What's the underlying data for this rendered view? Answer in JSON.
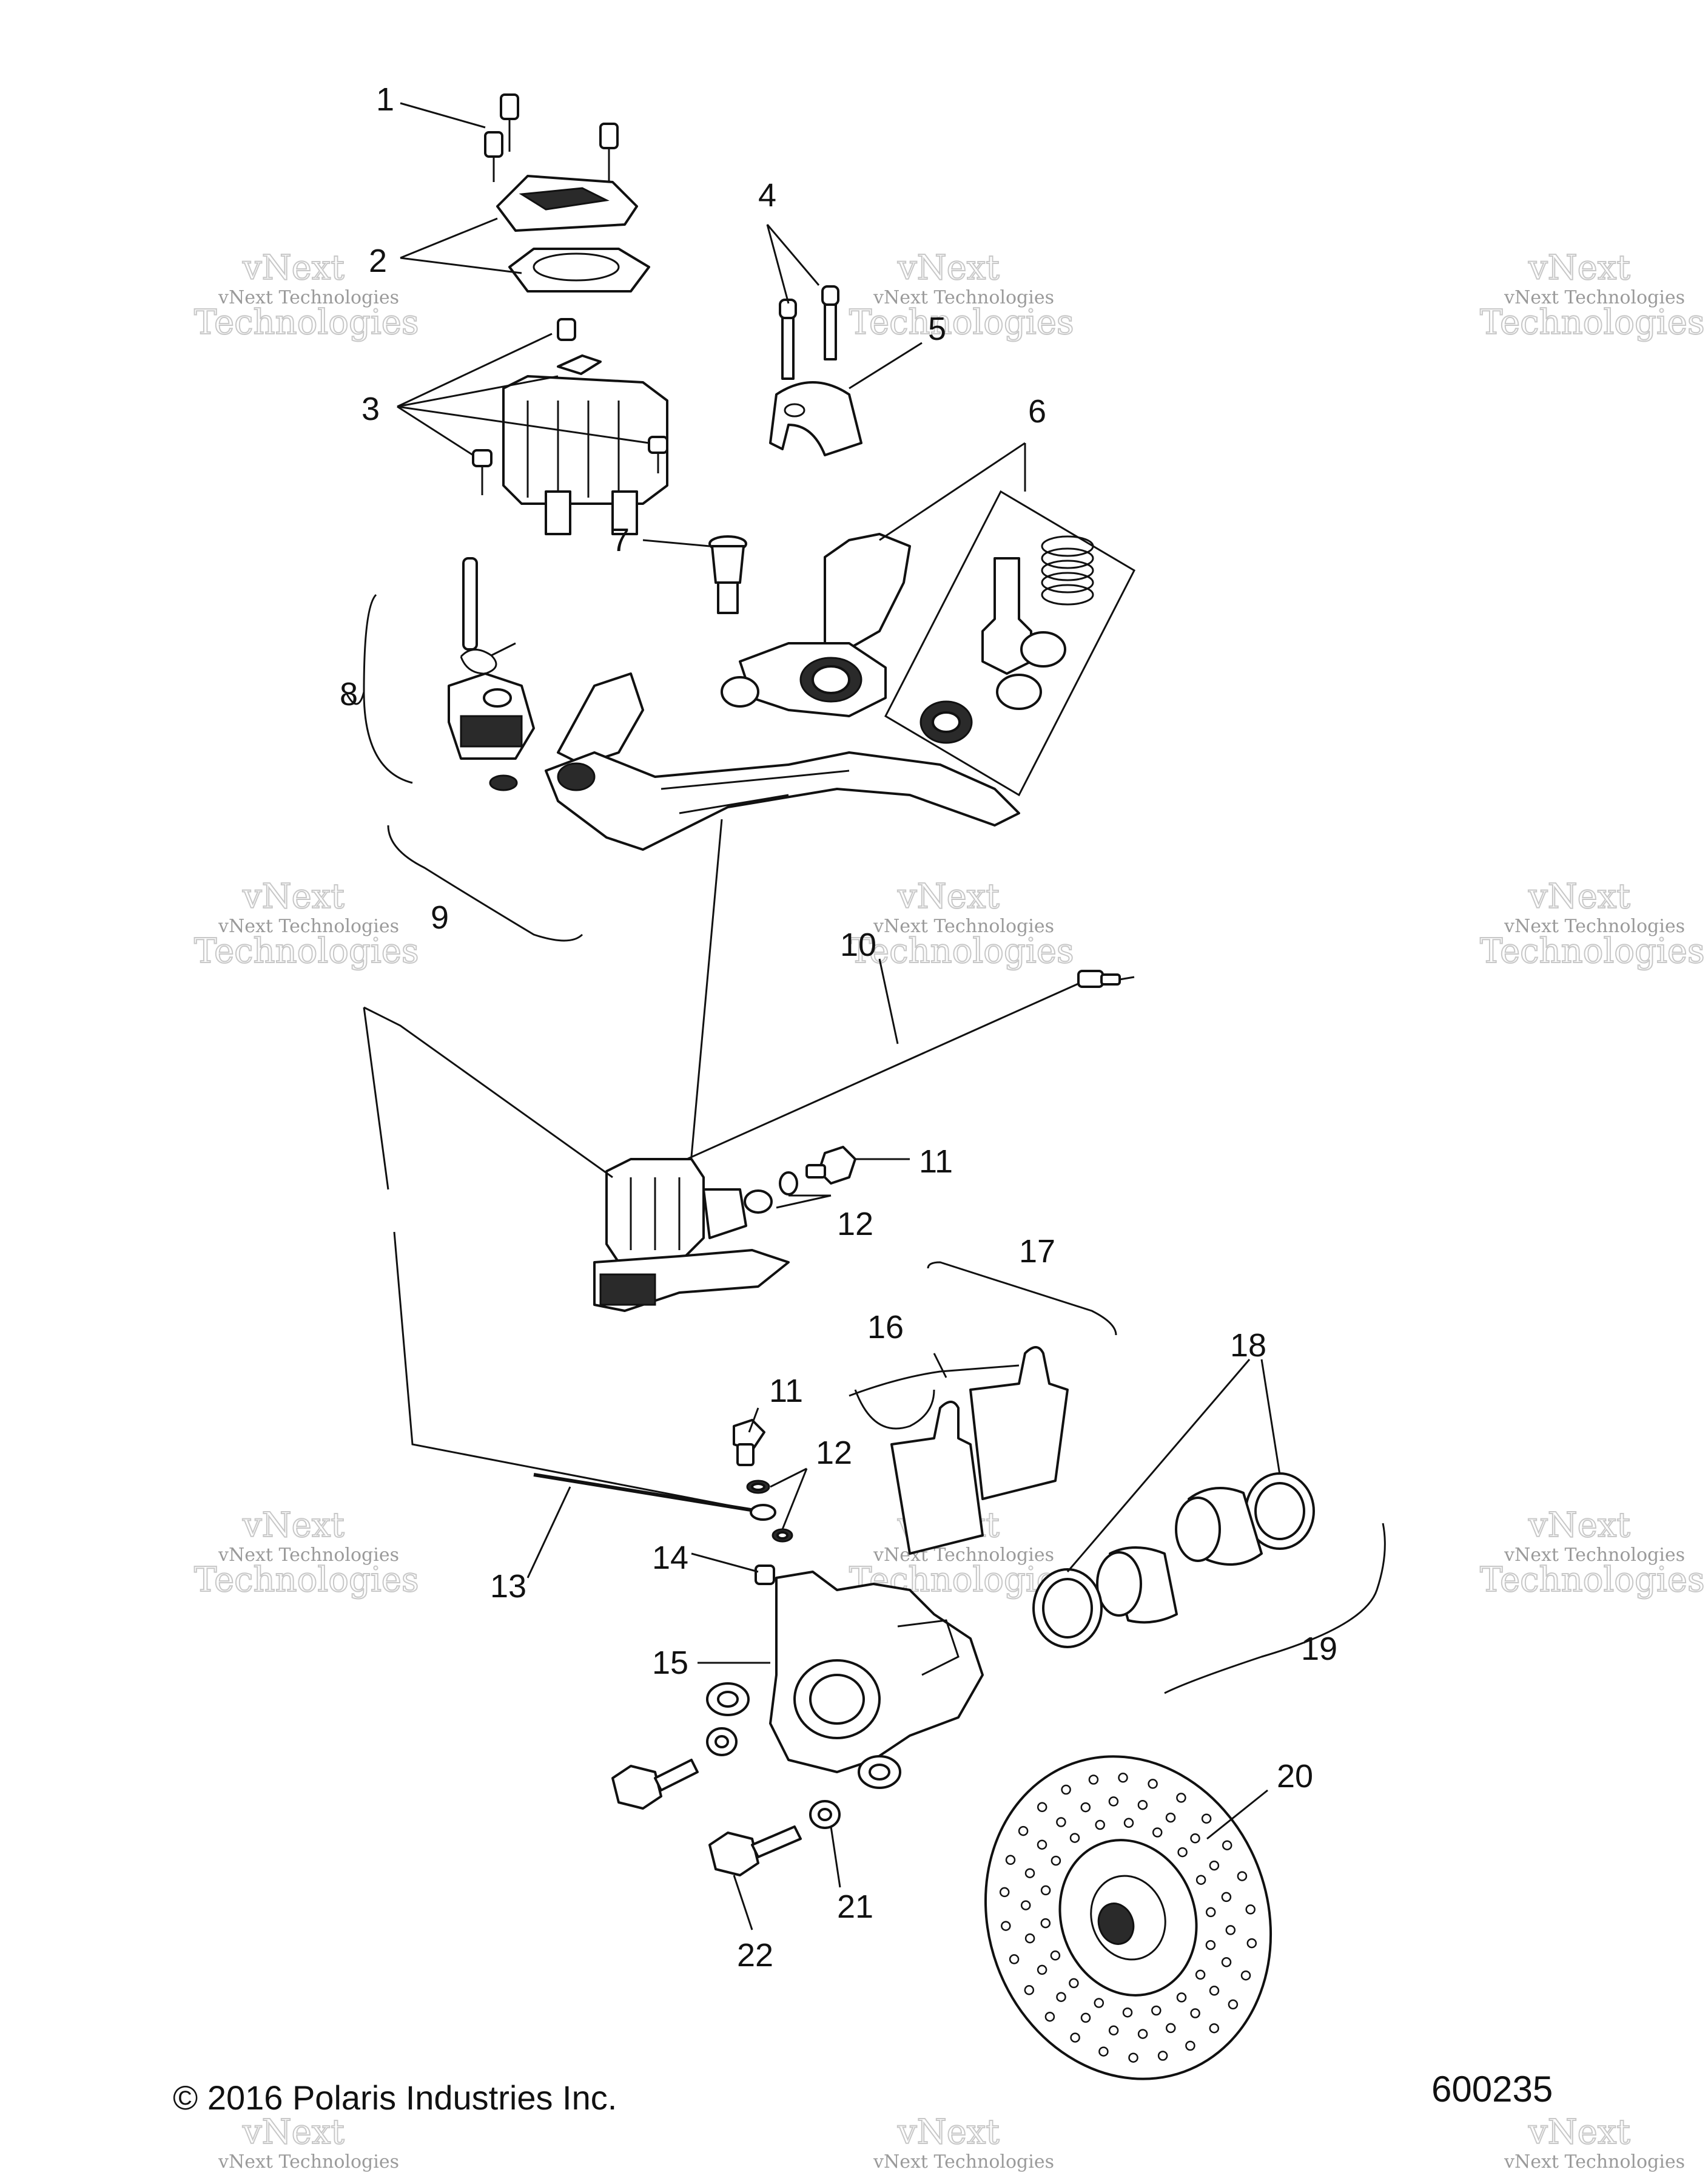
{
  "callouts": [
    {
      "id": "c1",
      "label": "1"
    },
    {
      "id": "c2",
      "label": "2"
    },
    {
      "id": "c3",
      "label": "3"
    },
    {
      "id": "c4",
      "label": "4"
    },
    {
      "id": "c5",
      "label": "5"
    },
    {
      "id": "c6",
      "label": "6"
    },
    {
      "id": "c7",
      "label": "7"
    },
    {
      "id": "c8",
      "label": "8"
    },
    {
      "id": "c9",
      "label": "9"
    },
    {
      "id": "c10",
      "label": "10"
    },
    {
      "id": "c11a",
      "label": "11"
    },
    {
      "id": "c12a",
      "label": "12"
    },
    {
      "id": "c17",
      "label": "17"
    },
    {
      "id": "c16",
      "label": "16"
    },
    {
      "id": "c18",
      "label": "18"
    },
    {
      "id": "c11b",
      "label": "11"
    },
    {
      "id": "c12b",
      "label": "12"
    },
    {
      "id": "c13",
      "label": "13"
    },
    {
      "id": "c14",
      "label": "14"
    },
    {
      "id": "c15",
      "label": "15"
    },
    {
      "id": "c19",
      "label": "19"
    },
    {
      "id": "c20",
      "label": "20"
    },
    {
      "id": "c21",
      "label": "21"
    },
    {
      "id": "c22",
      "label": "22"
    }
  ],
  "watermark": {
    "line1": "vNext Technologies",
    "line2": "vNext",
    "line3": "Technologies"
  },
  "footer": {
    "copyright": "© 2016 Polaris Industries Inc.",
    "drawing_number": "600235"
  }
}
